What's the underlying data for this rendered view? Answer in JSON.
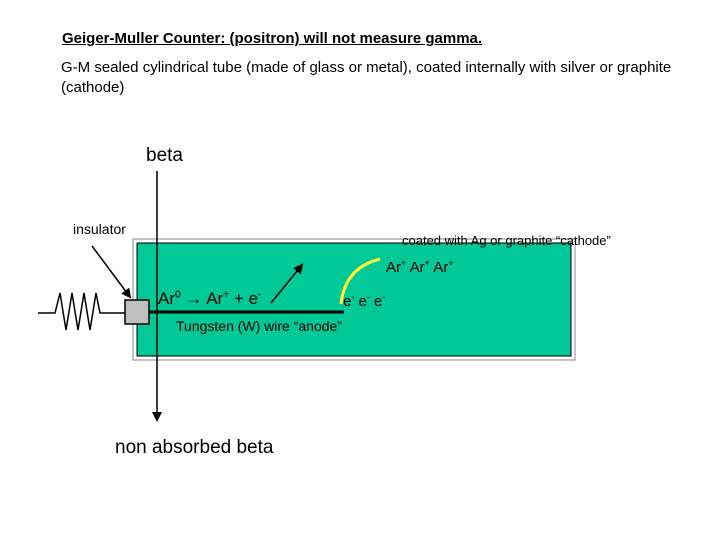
{
  "title": "Geiger-Muller  Counter: (positron) will not measure gamma.",
  "description": "G-M sealed cylindrical tube (made of glass or metal), coated internally with silver or graphite (cathode)",
  "labels": {
    "beta_in": "beta",
    "insulator": "insulator",
    "cathode_note": "coated with Ag or graphite “cathode”",
    "ion": "Ar",
    "ion_charge": "+",
    "neutral_charge": "0",
    "arrow_glyph": "→",
    "electron": "e",
    "electron_charge": "-",
    "plus": "+",
    "anode_note": "Tungsten (W) wire “anode”",
    "beta_out": "non absorbed beta"
  },
  "colors": {
    "tube_fill": "#00c896",
    "electron_path": "#ffff33",
    "insulator_fill": "#c0c0c0"
  }
}
